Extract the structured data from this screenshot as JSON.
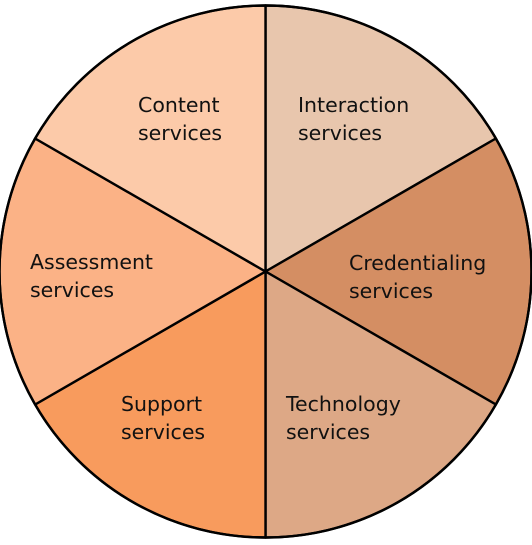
{
  "diagram": {
    "segments": [
      {
        "id": "interaction",
        "lines": [
          "Interaction",
          "services"
        ],
        "color": "#e8c6ad"
      },
      {
        "id": "credentialing",
        "lines": [
          "Credentialing",
          "services"
        ],
        "color": "#d48e63"
      },
      {
        "id": "technology",
        "lines": [
          "Technology",
          "services"
        ],
        "color": "#dda886"
      },
      {
        "id": "support",
        "lines": [
          "Support",
          "services"
        ],
        "color": "#f89b5d"
      },
      {
        "id": "assessment",
        "lines": [
          "Assessment",
          "services"
        ],
        "color": "#fbb286"
      },
      {
        "id": "content",
        "lines": [
          "Content",
          "services"
        ],
        "color": "#fccaa9"
      }
    ]
  }
}
